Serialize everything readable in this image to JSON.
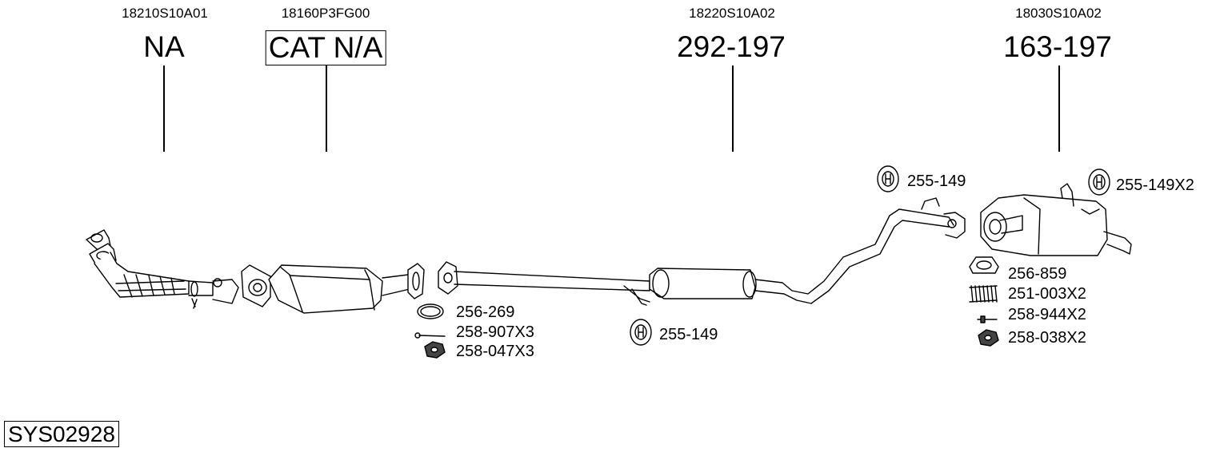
{
  "oem_numbers": {
    "front_pipe": "18210S10A01",
    "catalyst": "18160P3FG00",
    "centre_silencer": "18220S10A02",
    "rear_silencer": "18030S10A02"
  },
  "codes": {
    "front_pipe": "NA",
    "catalyst": "CAT N/A",
    "centre_silencer": "292-197",
    "rear_silencer": "163-197"
  },
  "fittings": {
    "gasket_front": "256-269",
    "bolt_front": "258-907X3",
    "nut_front": "258-047X3",
    "rubber_mid": "255-149",
    "rubber_upper": "255-149",
    "rubber_rear": "255-149X2",
    "ring_gasket_rear": "256-859",
    "spring_rear": "251-003X2",
    "bolt_rear": "258-944X2",
    "nut_rear": "258-038X2"
  },
  "system_number": "SYS02928"
}
